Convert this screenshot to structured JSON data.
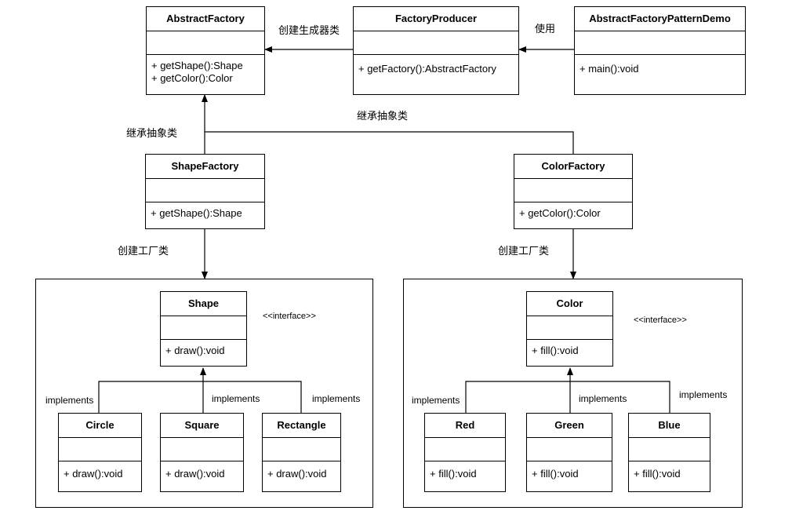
{
  "classes": {
    "abstract_factory": {
      "name": "AbstractFactory",
      "methods": [
        "+ getShape():Shape",
        "+ getColor():Color"
      ]
    },
    "factory_producer": {
      "name": "FactoryProducer",
      "methods": [
        "+ getFactory():AbstractFactory"
      ]
    },
    "demo": {
      "name": "AbstractFactoryPatternDemo",
      "methods": [
        "+ main():void"
      ]
    },
    "shape_factory": {
      "name": "ShapeFactory",
      "methods": [
        "+ getShape():Shape"
      ]
    },
    "color_factory": {
      "name": "ColorFactory",
      "methods": [
        "+ getColor():Color"
      ]
    },
    "shape": {
      "name": "Shape",
      "methods": [
        "+ draw():void"
      ]
    },
    "circle": {
      "name": "Circle",
      "methods": [
        "+ draw():void"
      ]
    },
    "square": {
      "name": "Square",
      "methods": [
        "+ draw():void"
      ]
    },
    "rectangle": {
      "name": "Rectangle",
      "methods": [
        "+ draw():void"
      ]
    },
    "color": {
      "name": "Color",
      "methods": [
        "+ fill():void"
      ]
    },
    "red": {
      "name": "Red",
      "methods": [
        "+ fill():void"
      ]
    },
    "green": {
      "name": "Green",
      "methods": [
        "+ fill():void"
      ]
    },
    "blue": {
      "name": "Blue",
      "methods": [
        "+ fill():void"
      ]
    }
  },
  "labels": {
    "create_generator": "创建生成器类",
    "use": "使用",
    "inherit_left": "继承抽象类",
    "inherit_right": "继承抽象类",
    "create_factory_left": "创建工厂类",
    "create_factory_right": "创建工厂类",
    "interface_shape": "<<interface>>",
    "interface_color": "<<interface>>",
    "impl_circle": "implements",
    "impl_square": "implements",
    "impl_rectangle": "implements",
    "impl_red": "implements",
    "impl_green": "implements",
    "impl_blue": "implements"
  }
}
